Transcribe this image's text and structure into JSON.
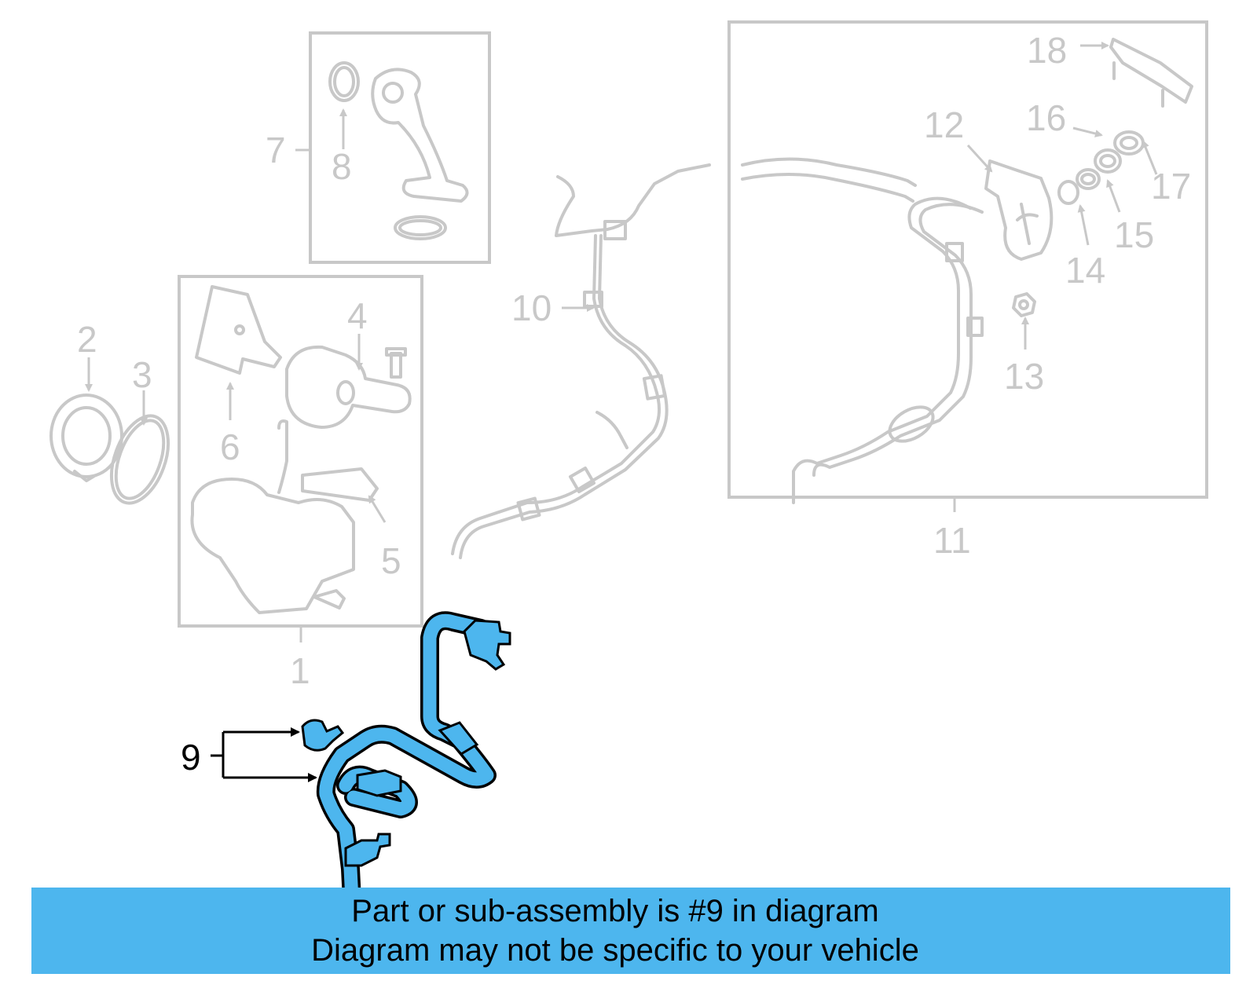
{
  "callouts": {
    "c1": "1",
    "c2": "2",
    "c3": "3",
    "c4": "4",
    "c5": "5",
    "c6": "6",
    "c7": "7",
    "c8": "8",
    "c9": "9",
    "c10": "10",
    "c11": "11",
    "c12": "12",
    "c13": "13",
    "c14": "14",
    "c15": "15",
    "c16": "16",
    "c17": "17",
    "c18": "18"
  },
  "highlight_part": "9",
  "colors": {
    "highlight": "#4db6ee",
    "parts": "#c8c8c8",
    "banner": "#4db6ee"
  },
  "banner": {
    "line1": "Part or sub-assembly is #9 in diagram",
    "line2": "Diagram may not be specific to your vehicle"
  }
}
